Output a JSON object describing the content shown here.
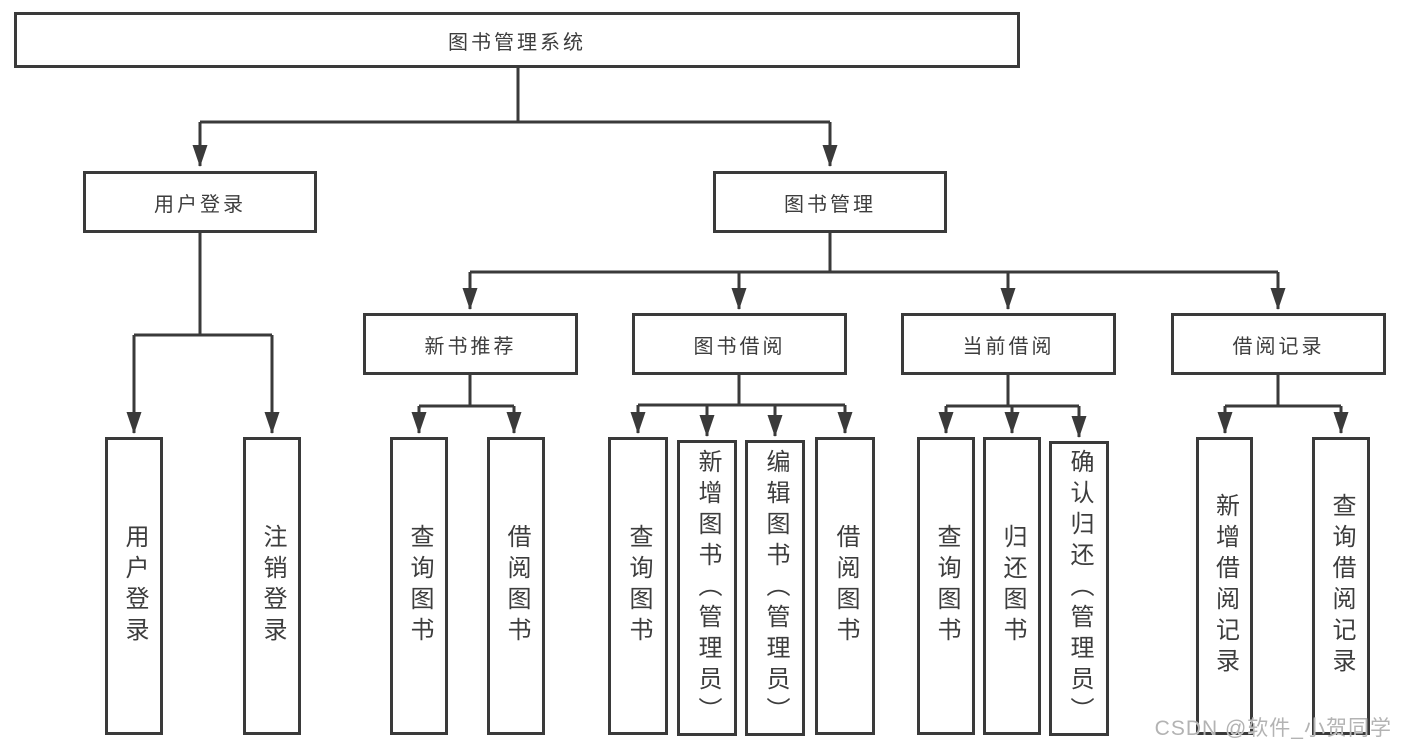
{
  "colors": {
    "line": "#3a3a3a",
    "box_border": "#3a3a3a",
    "text": "#3d3d3d",
    "background": "#ffffff",
    "watermark": "#b3b3b3"
  },
  "diagram": {
    "root": "图书管理系统",
    "branches": [
      {
        "label": "用户登录",
        "children": [
          "用户登录",
          "注销登录"
        ]
      },
      {
        "label": "图书管理",
        "sections": [
          {
            "label": "新书推荐",
            "children": [
              "查询图书",
              "借阅图书"
            ]
          },
          {
            "label": "图书借阅",
            "children": [
              "查询图书",
              "新增图书（管理员）",
              "编辑图书（管理员）",
              "借阅图书"
            ]
          },
          {
            "label": "当前借阅",
            "children": [
              "查询图书",
              "归还图书",
              "确认归还（管理员）"
            ]
          },
          {
            "label": "借阅记录",
            "children": [
              "新增借阅记录",
              "查询借阅记录"
            ]
          }
        ]
      }
    ]
  },
  "watermark": "CSDN @软件_小贺同学"
}
